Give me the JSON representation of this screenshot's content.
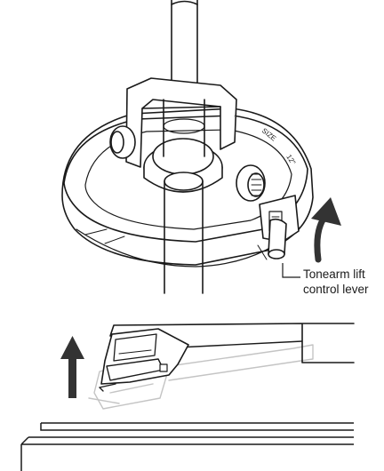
{
  "callout": {
    "line1": "Tonearm lift",
    "line2": "control lever"
  },
  "dial_markings": {
    "left": "↑",
    "size": "SIZE",
    "right": "12\""
  },
  "colors": {
    "ink": "#1a1a1a",
    "ghost": "#c4c4c4",
    "arrow": "#333333"
  }
}
